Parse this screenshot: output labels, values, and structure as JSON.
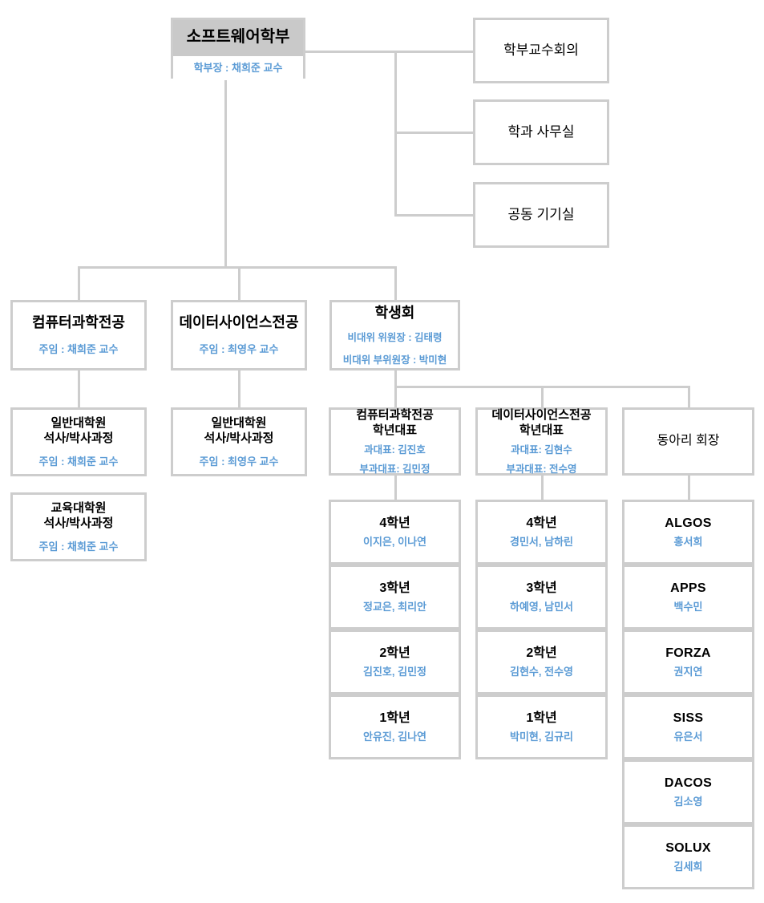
{
  "root": {
    "title": "소프트웨어학부",
    "sub": "학부장 : 채희준 교수"
  },
  "support_units": [
    {
      "title": "학부교수회의"
    },
    {
      "title": "학과 사무실"
    },
    {
      "title": "공동 기기실"
    }
  ],
  "majors": [
    {
      "title": "컴퓨터과학전공",
      "sub": "주임 : 채희준 교수"
    },
    {
      "title": "데이터사이언스전공",
      "sub": "주임 : 최영우 교수"
    }
  ],
  "graduate": [
    {
      "title": "일반대학원\n석사/박사과정",
      "line1": "일반대학원",
      "line2": "석사/박사과정",
      "sub": "주임 : 채희준 교수"
    },
    {
      "title": "교육대학원\n석사/박사과정",
      "line1": "교육대학원",
      "line2": "석사/박사과정",
      "sub": "주임 : 채희준 교수"
    },
    {
      "title": "일반대학원\n석사/박사과정",
      "line1": "일반대학원",
      "line2": "석사/박사과정",
      "sub": "주임 : 최영우 교수"
    }
  ],
  "council": {
    "title": "학생회",
    "sub1": "비대위 위원장 : 김태령",
    "sub2": "비대위 부위원장 : 박미현"
  },
  "class_reps": [
    {
      "line1": "컴퓨터과학전공",
      "line2": "학년대표",
      "sub1": "과대표: 김진호",
      "sub2": "부과대표: 김민정",
      "grades": [
        {
          "title": "4학년",
          "sub": "이지은, 이나연"
        },
        {
          "title": "3학년",
          "sub": "정교은, 최리안"
        },
        {
          "title": "2학년",
          "sub": "김진호, 김민정"
        },
        {
          "title": "1학년",
          "sub": "안유진, 김나연"
        }
      ]
    },
    {
      "line1": "데이터사이언스전공",
      "line2": "학년대표",
      "sub1": "과대표: 김현수",
      "sub2": "부과대표: 전수영",
      "grades": [
        {
          "title": "4학년",
          "sub": "경민서, 남하린"
        },
        {
          "title": "3학년",
          "sub": "하예영, 남민서"
        },
        {
          "title": "2학년",
          "sub": "김현수, 전수영"
        },
        {
          "title": "1학년",
          "sub": "박미현, 김규리"
        }
      ]
    }
  ],
  "club_leader": {
    "title": "동아리 회장"
  },
  "clubs": [
    {
      "title": "ALGOS",
      "sub": "홍서희"
    },
    {
      "title": "APPS",
      "sub": "백수민"
    },
    {
      "title": "FORZA",
      "sub": "권지연"
    },
    {
      "title": "SISS",
      "sub": "유은서"
    },
    {
      "title": "DACOS",
      "sub": "김소영"
    },
    {
      "title": "SOLUX",
      "sub": "김세희"
    }
  ],
  "colors": {
    "border": "#cdcdcd",
    "header_fill": "#c9c9c9",
    "accent_text": "#5b9bd5",
    "title_text": "#000000",
    "background": "#ffffff"
  }
}
